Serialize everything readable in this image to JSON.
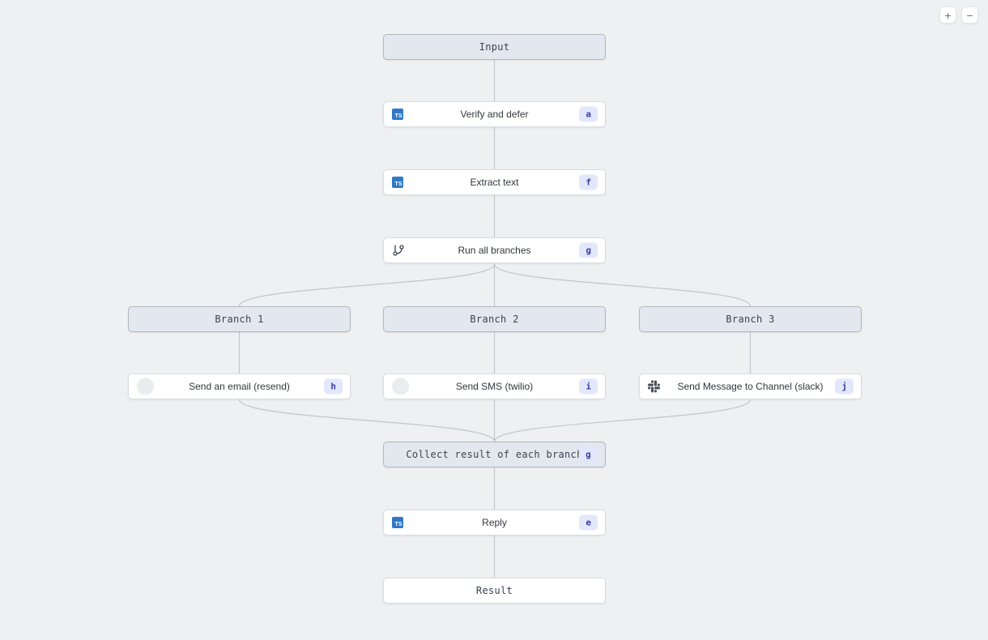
{
  "controls": {
    "zoom_in": "+",
    "zoom_out": "−"
  },
  "icons": {
    "typescript_text": "TS"
  },
  "colors": {
    "canvas_bg": "#eef0f2",
    "edge": "#c2c6cb",
    "header_node_bg": "#e2e8ee",
    "header_node_border": "#aeb7c0",
    "white_node_bg": "#ffffff",
    "white_node_border": "#d9dce1",
    "badge_bg": "#e2e7fb",
    "badge_text": "#3c3aa6",
    "typescript_icon_bg": "#3178c6",
    "slack_icon": "#4a4f57"
  },
  "nodes": {
    "input": {
      "label": "Input"
    },
    "verify_and_defer": {
      "label": "Verify and defer",
      "badge": "a",
      "icon": "typescript-icon"
    },
    "extract_text": {
      "label": "Extract text",
      "badge": "f",
      "icon": "typescript-icon"
    },
    "run_all_branches": {
      "label": "Run all branches",
      "badge": "g",
      "icon": "git-branch-icon"
    },
    "branch_1": {
      "label": "Branch 1"
    },
    "branch_2": {
      "label": "Branch 2"
    },
    "branch_3": {
      "label": "Branch 3"
    },
    "send_email": {
      "label": "Send an email (resend)",
      "badge": "h",
      "icon": "resend-logo-faded-icon"
    },
    "send_sms": {
      "label": "Send SMS (twilio)",
      "badge": "i",
      "icon": "twilio-logo-faded-icon"
    },
    "send_slack": {
      "label": "Send Message to Channel (slack)",
      "badge": "j",
      "icon": "slack-icon"
    },
    "collect_result": {
      "label": "Collect result of each branch",
      "badge": "g"
    },
    "reply": {
      "label": "Reply",
      "badge": "e",
      "icon": "typescript-icon"
    },
    "result": {
      "label": "Result"
    }
  }
}
